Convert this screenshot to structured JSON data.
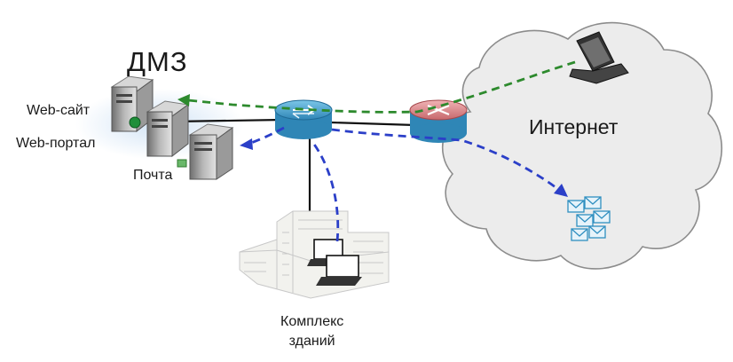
{
  "labels": {
    "dmz": "ДМЗ",
    "web_site": "Web-сайт",
    "web_portal": "Web-портал",
    "mail": "Почта",
    "internet": "Интернет",
    "buildings_line1": "Комплекс",
    "buildings_line2": "зданий"
  },
  "colors": {
    "cloud_fill": "#ececec",
    "cloud_stroke": "#8c8c8c",
    "device_blue": "#3d9cc8",
    "router_red": "#d98a8c",
    "green_flow": "#2d8a2d",
    "blue_flow": "#2b3fc8",
    "link": "#111111",
    "dmz_glow": "#bcd6ef"
  },
  "icons": {
    "servers": "server-rack-icon",
    "switch": "network-switch-icon",
    "router": "router-icon",
    "laptop": "laptop-icon",
    "envelopes": "email-envelopes-icon",
    "building": "office-building-icon",
    "workstations": "workstation-laptops-icon"
  }
}
